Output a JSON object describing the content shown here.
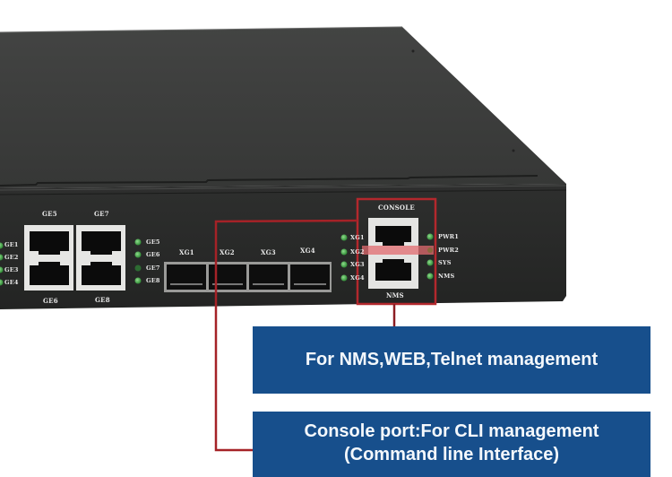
{
  "device": {
    "type": "rack network switch",
    "colors": {
      "chassis_top": "#3b3c3b",
      "chassis_front": "#262726",
      "highlight_red": "#b3282d",
      "led_green": "#4caf50",
      "callout_blue": "#174f8c"
    },
    "led_labels_left": [
      "GE1",
      "GE2",
      "GE3",
      "GE4"
    ],
    "rj45_ports": {
      "top": [
        "GE5",
        "GE7"
      ],
      "bottom": [
        "GE6",
        "GE8"
      ]
    },
    "led_labels_mid": [
      "GE5",
      "GE6",
      "GE7",
      "GE8"
    ],
    "sfp_ports": [
      "XG1",
      "XG2",
      "XG3",
      "XG4"
    ],
    "led_labels_xg": [
      "XG1",
      "XG2",
      "XG3",
      "XG4"
    ],
    "mgmt_ports": {
      "top": "CONSOLE",
      "bottom": "NMS"
    },
    "status_leds": [
      "PWR1",
      "PWR2",
      "SYS",
      "NMS"
    ]
  },
  "callouts": {
    "nms": "For NMS,WEB,Telnet management",
    "console_line1": "Console port:For CLI management",
    "console_line2": "(Command line Interface)"
  }
}
